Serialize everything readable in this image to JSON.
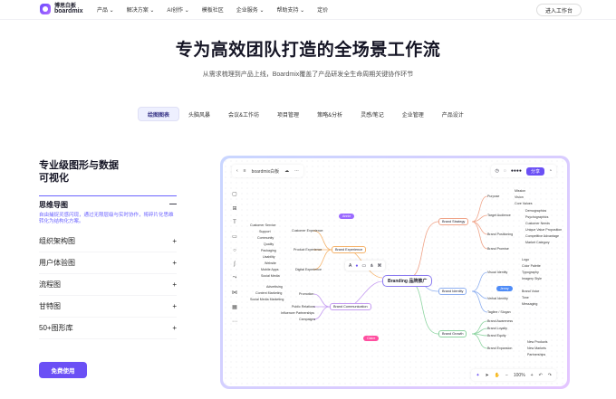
{
  "header": {
    "logo_cn": "博思白板",
    "logo_en": "boardmix",
    "nav": [
      "产品 ⌄",
      "解决方案 ⌄",
      "AI创作 ⌄",
      "模板社区",
      "企业服务 ⌄",
      "帮助支持 ⌄",
      "定价"
    ],
    "enter": "进入工作台"
  },
  "hero": {
    "title": "专为高效团队打造的全场景工作流",
    "subtitle": "从需求梳理到产品上线，Boardmix覆盖了产品研发全生命周期关键协作环节"
  },
  "tabs": [
    "绘图图表",
    "头脑风暴",
    "会议&工作坊",
    "项目管理",
    "策略&分析",
    "灵感/笔记",
    "企业管理",
    "产品设计"
  ],
  "left": {
    "heading_l1": "专业级图形与数据",
    "heading_l2": "可视化",
    "active_item": "思维导图",
    "active_toggle": "—",
    "active_desc": "自由捕捉灵感闪现，通过无限层级与实时协作，将碎片化思维转化为结构化方案。",
    "items": [
      "组织架构图",
      "用户体验图",
      "流程图",
      "甘特图",
      "50+图形库"
    ],
    "plus": "+",
    "cta": "免费使用"
  },
  "canvas": {
    "file": "boardmix白板",
    "share": "分享",
    "zoom": "100%",
    "center": "Branding 品牌推广",
    "brand_strategy": "Brand Strategy",
    "brand_identity": "Brand Identity",
    "brand_growth": "Brand Growth",
    "brand_comm": "Brand Communication",
    "brand_exp": "Brand Experience",
    "s_items": [
      "Purpose",
      "Target Audience",
      "Brand Positioning",
      "Brand Promise"
    ],
    "p_items": [
      "Mission",
      "Vision",
      "Core Values"
    ],
    "ta_items": [
      "Demographics",
      "Psychographics",
      "Customer Needs"
    ],
    "bp_items": [
      "Unique Value Proposition",
      "Competitive Advantage",
      "Market Category"
    ],
    "id_items": [
      "Visual Identity",
      "Verbal Identity",
      "Tagline / Slogan"
    ],
    "vi_items": [
      "Logo",
      "Color Palette",
      "Typography",
      "Imagery Style"
    ],
    "vb_items": [
      "Brand Voice",
      "Tone",
      "Messaging"
    ],
    "g_items": [
      "Brand Awareness",
      "Brand Loyalty",
      "Brand Equity",
      "Brand Expansion"
    ],
    "be_items": [
      "New Products",
      "New Markets",
      "Partnerships"
    ],
    "exp_items": [
      "Customer Experience",
      "Product Experience",
      "Digital Experience"
    ],
    "ce_items": [
      "Customer Service",
      "Support",
      "Community"
    ],
    "pe_items": [
      "Quality",
      "Packaging",
      "Usability"
    ],
    "de_items": [
      "Website",
      "Mobile Apps",
      "Social Media"
    ],
    "comm_items": [
      "Promotion",
      "Public Relations",
      "Campaigns"
    ],
    "pr_items": [
      "Advertising",
      "Content Marketing",
      "Social Media Marketing"
    ],
    "pr2_items": [
      "Influencer Partnerships"
    ],
    "tag1": "Annie",
    "tag2": "Jenny",
    "tag3": "Claire"
  }
}
